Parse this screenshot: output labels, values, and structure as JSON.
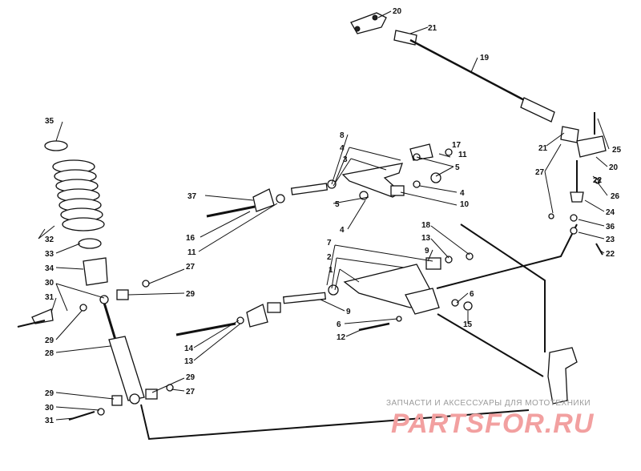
{
  "watermark": {
    "caption": "ЗАПЧАСТИ И АКСЕССУАРЫ ДЛЯ МОТОТЕХНИКИ",
    "brand": "PARTSFOR.RU"
  },
  "callouts": [
    "1",
    "2",
    "3",
    "4",
    "5",
    "6",
    "7",
    "8",
    "9",
    "10",
    "11",
    "12",
    "13",
    "14",
    "15",
    "16",
    "17",
    "18",
    "19",
    "20",
    "21",
    "22",
    "23",
    "24",
    "25",
    "26",
    "27",
    "28",
    "29",
    "30",
    "31",
    "32",
    "33",
    "34",
    "35",
    "36",
    "37"
  ]
}
